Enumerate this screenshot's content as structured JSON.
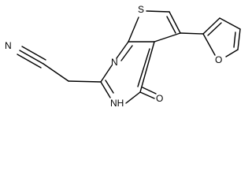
{
  "structure": {
    "atoms": {
      "sulfur": "S",
      "nitrile_n": "N",
      "ring_n": "N",
      "nh": "NH",
      "carbonyl_o": "O",
      "furan_o": "O"
    }
  },
  "colors": {
    "bond": "#000000",
    "background": "#ffffff"
  }
}
